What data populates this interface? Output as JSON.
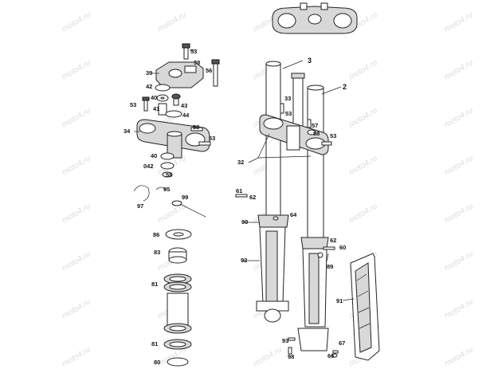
{
  "watermark": {
    "text": "moto4.ru"
  },
  "callouts": {
    "n2": "2",
    "n3": "3",
    "n32": "32",
    "n33": "33",
    "n34": "34",
    "n38": "38",
    "n39": "39",
    "n40a": "40",
    "n40b": "40",
    "n41": "41",
    "n42a": "42",
    "n042": "042",
    "n43": "43",
    "n44": "44",
    "n53a": "53",
    "n53b": "53",
    "n53c": "53",
    "n53d": "53",
    "n53e": "53",
    "n56": "56",
    "n57": "57",
    "n58": "58",
    "n59": "59",
    "n60": "60",
    "n61": "61",
    "n62a": "62",
    "n62b": "62",
    "n64": "64",
    "n66": "66",
    "n67": "67",
    "n80": "80",
    "n81a": "81",
    "n81b": "81",
    "n83": "83",
    "n86": "86",
    "n89": "89",
    "n90": "90",
    "n91": "91",
    "n92": "92",
    "n93": "93",
    "n95": "95",
    "n97": "97",
    "n98": "98",
    "n99": "99"
  },
  "colors": {
    "line": "#222222",
    "fill": "#ffffff",
    "shade": "#d8d8d8",
    "watermark": "#d9dde2"
  }
}
